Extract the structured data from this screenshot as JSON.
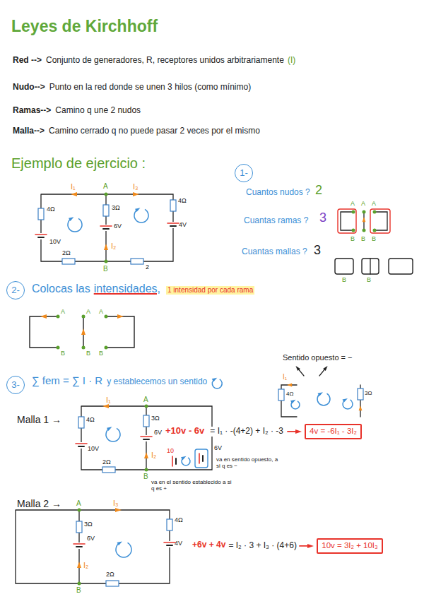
{
  "diagram": {
    "title": "Leyes de Kirchhoff",
    "nodes": [
      {
        "text": [
          "1-"
        ]
      },
      {
        "text": [
          "2-"
        ]
      },
      {
        "text": [
          "3-"
        ]
      },
      {
        "text": [
          "4v = -6I₁ - 3I₂"
        ]
      },
      {
        "text": [
          "10v = 3I₂ + 10I₃"
        ]
      }
    ],
    "labels": [
      "Red -->",
      "Conjunto de generadores, R, receptores unidos arbitrariamente",
      "(I)",
      "Nudo-->",
      "Punto en la red donde se unen 3 hilos (como mínimo)",
      "Ramas-->",
      "Camino q une 2 nudos",
      "Malla-->",
      "Camino cerrado q no puede pasar 2 veces por el mismo",
      "Ejemplo de ejercicio :",
      "I₁",
      "A",
      "I₃",
      "4Ω",
      "3Ω",
      "4Ω",
      "10V",
      "6V",
      "4V",
      "I₂",
      "2Ω",
      "2",
      "B",
      "Cuantos nudos ?",
      "2",
      "Cuantas ramas ?",
      "3",
      "A",
      "A",
      "A",
      "B",
      "B",
      "B",
      "Cuantas mallas ?",
      "3",
      "B",
      "B",
      "Colocas las",
      "intensidades,",
      "1 intensidad por cada rama",
      "A",
      "B",
      "A",
      "B",
      "A",
      "B",
      "∑ fem = ∑ I · R",
      "y establecemos un sentido",
      "Sentido opuesto = −",
      "I₁",
      "4Ω",
      "3Ω",
      "Malla 1 →",
      "I₁",
      "A",
      "4Ω",
      "3Ω",
      "10V",
      "6V",
      "I₂",
      "2Ω",
      "B",
      "+10v - 6v",
      "= I₁ · -(4+2) + I₂ · -3",
      "10",
      "6V",
      "va en sentido opuesto, a si q es −",
      "va en el sentido establecido a si q es +",
      "Malla 2 →",
      "A",
      "I₃",
      "3Ω",
      "4Ω",
      "6V",
      "4V",
      "I₂",
      "B",
      "2Ω",
      "+6v + 4v",
      "= I₂ · 3 + I₃ · (4+6)"
    ]
  }
}
